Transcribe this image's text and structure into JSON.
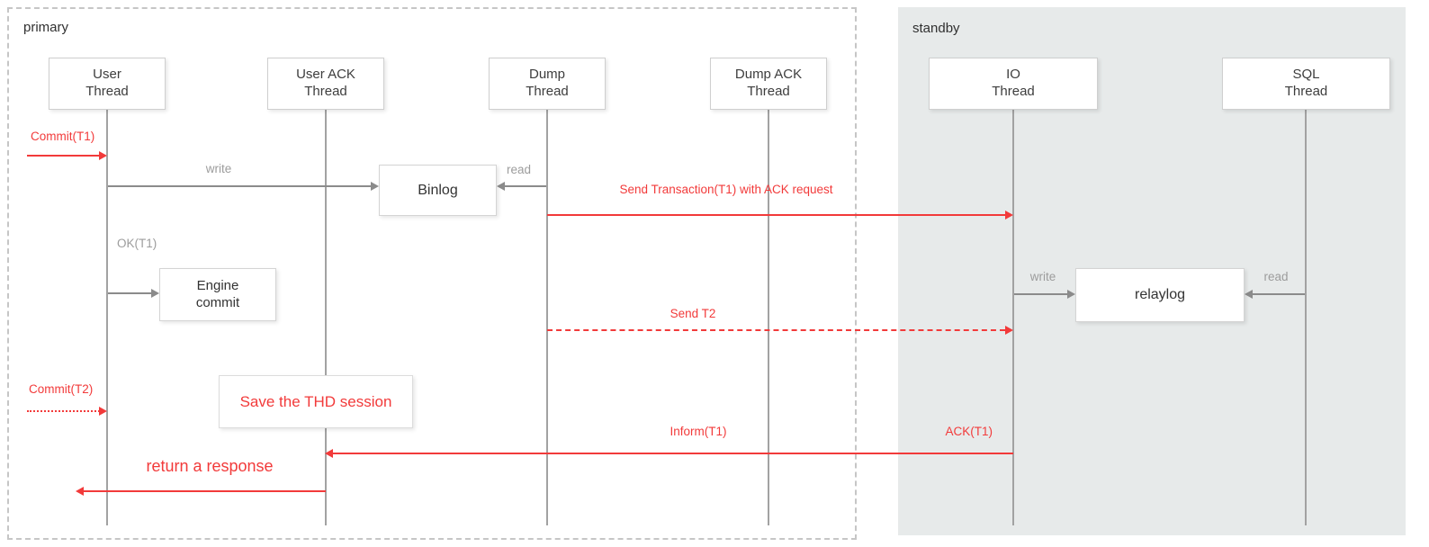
{
  "regions": {
    "primary_label": "primary",
    "standby_label": "standby"
  },
  "actors": [
    {
      "line1": "User",
      "line2": "Thread"
    },
    {
      "line1": "User ACK",
      "line2": "Thread"
    },
    {
      "line1": "Dump",
      "line2": "Thread"
    },
    {
      "line1": "Dump ACK",
      "line2": "Thread"
    },
    {
      "line1": "IO",
      "line2": "Thread"
    },
    {
      "line1": "SQL",
      "line2": "Thread"
    }
  ],
  "artifacts": {
    "binlog": "Binlog",
    "engine_commit_line1": "Engine",
    "engine_commit_line2": "commit",
    "relaylog": "relaylog",
    "thd_note": "Save the THD session"
  },
  "messages": {
    "commit_t1": "Commit(T1)",
    "write_binlog": "write",
    "read_binlog": "read",
    "send_t1": "Send Transaction(T1) with ACK request",
    "ok_t1": "OK(T1)",
    "write_relaylog": "write",
    "read_relaylog": "read",
    "send_t2": "Send T2",
    "commit_t2": "Commit(T2)",
    "inform_t1": "Inform(T1)",
    "ack_t1": "ACK(T1)",
    "return_response": "return a response"
  },
  "colors": {
    "accent_red": "#f23a3a",
    "line_gray": "#8b8b8b",
    "label_gray": "#9c9c9c",
    "standby_bg": "#e7eaea"
  }
}
